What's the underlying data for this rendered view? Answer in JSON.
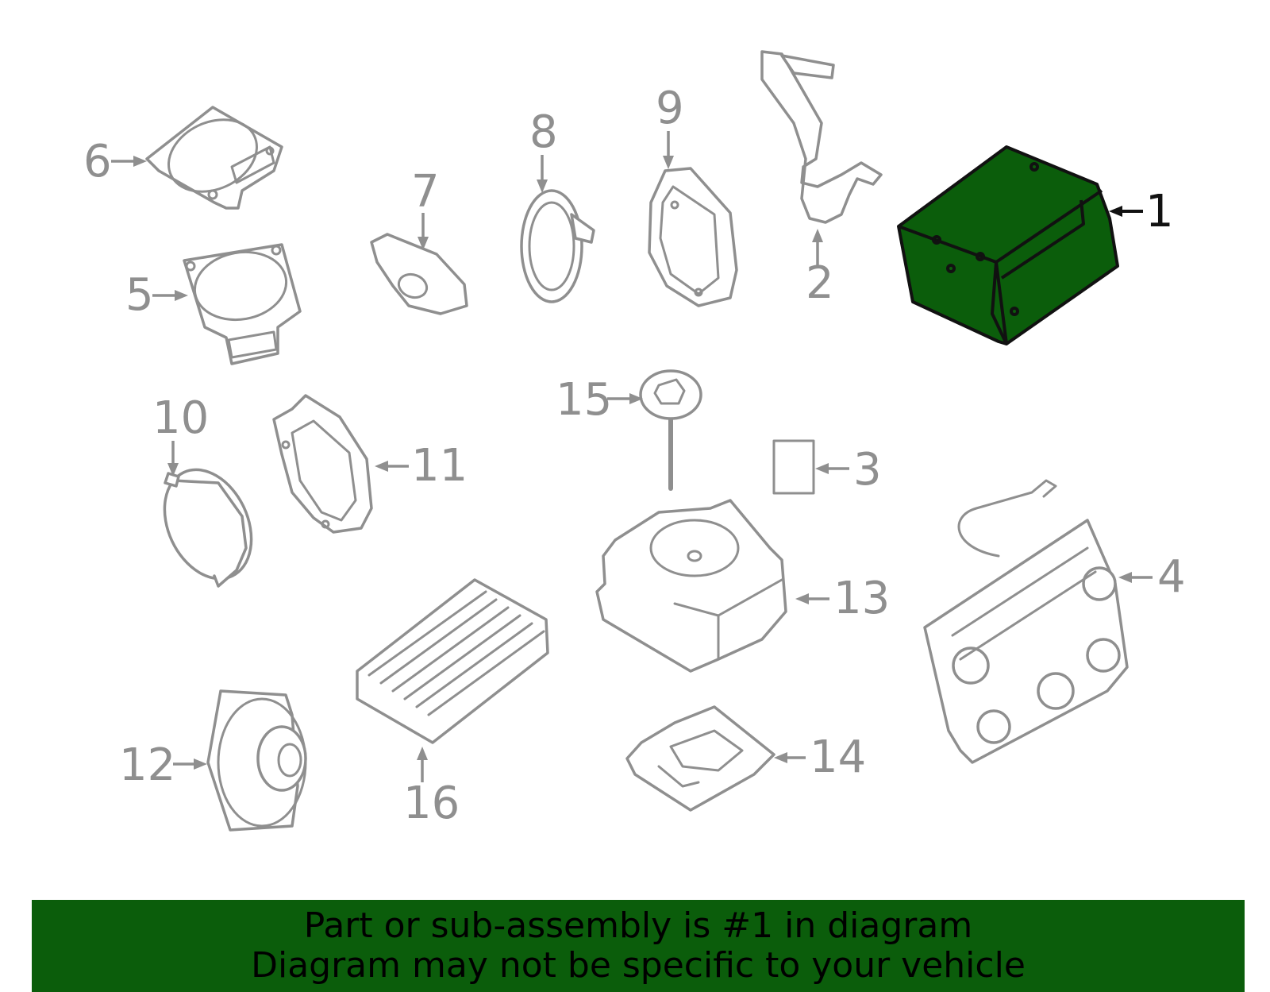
{
  "diagram": {
    "highlight_color": "#0b5d0b",
    "line_color": "#8f8f8f",
    "callouts": [
      {
        "id": "1",
        "label": "1",
        "highlighted": true
      },
      {
        "id": "2",
        "label": "2"
      },
      {
        "id": "3",
        "label": "3"
      },
      {
        "id": "4",
        "label": "4"
      },
      {
        "id": "5",
        "label": "5"
      },
      {
        "id": "6",
        "label": "6"
      },
      {
        "id": "7",
        "label": "7"
      },
      {
        "id": "8",
        "label": "8"
      },
      {
        "id": "9",
        "label": "9"
      },
      {
        "id": "10",
        "label": "10"
      },
      {
        "id": "11",
        "label": "11"
      },
      {
        "id": "12",
        "label": "12"
      },
      {
        "id": "13",
        "label": "13"
      },
      {
        "id": "14",
        "label": "14"
      },
      {
        "id": "15",
        "label": "15"
      },
      {
        "id": "16",
        "label": "16"
      }
    ]
  },
  "banner": {
    "line1": "Part or sub-assembly is #1 in diagram",
    "line2": "Diagram may not be specific to your vehicle",
    "background": "#0b5d0b"
  }
}
